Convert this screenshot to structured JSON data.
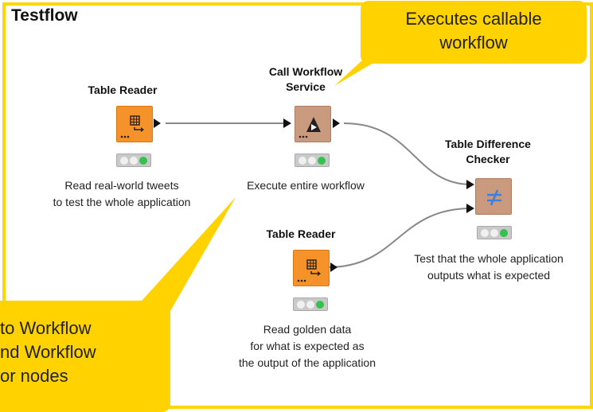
{
  "title": "Testflow",
  "nodes": {
    "reader1": {
      "title": "Table Reader",
      "desc": [
        "Read real-world tweets",
        "to test the whole application"
      ]
    },
    "service": {
      "title": [
        "Call Workflow",
        "Service"
      ],
      "desc": [
        "Execute entire workflow"
      ]
    },
    "checker": {
      "title": [
        "Table Difference",
        "Checker"
      ],
      "desc": [
        "Test that   the whole application",
        "outputs what is expected"
      ]
    },
    "reader2": {
      "title": "Table Reader",
      "desc": [
        "Read golden data",
        "for what is expected as",
        "the output of the application"
      ]
    }
  },
  "callouts": {
    "top": [
      "Executes callable",
      "workflow"
    ],
    "bottom": [
      "to Workflow",
      "nd Workflow",
      "or nodes"
    ]
  },
  "colors": {
    "frame": "#ffd700",
    "callout": "#ffd200",
    "reader_node": "#f5922a",
    "service_node": "#c99a7e",
    "status_green": "#33c24d"
  },
  "icons": {
    "reader": "table-reader-icon",
    "service": "play-triangle-icon",
    "checker": "not-equal-icon"
  }
}
